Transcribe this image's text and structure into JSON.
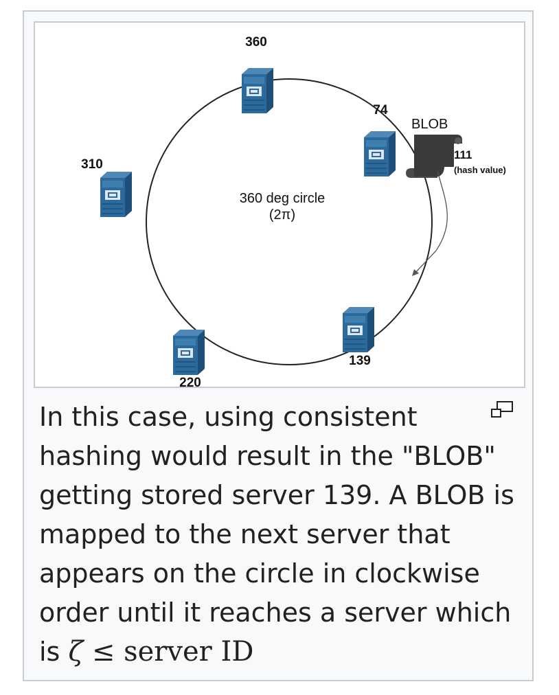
{
  "diagram": {
    "center_label": "360 deg circle",
    "center_sublabel": "(2π)",
    "servers": [
      {
        "id": "server-360",
        "label": "360"
      },
      {
        "id": "server-74",
        "label": "74"
      },
      {
        "id": "server-139",
        "label": "139"
      },
      {
        "id": "server-220",
        "label": "220"
      },
      {
        "id": "server-310",
        "label": "310"
      }
    ],
    "blob": {
      "label": "BLOB",
      "hash": "111",
      "hash_note": "(hash value)"
    }
  },
  "caption": {
    "text": "In this case, using consistent hashing would result in the \"BLOB\" getting stored server 139. A BLOB is mapped to the next server that appears on the circle in clockwise order until it reaches a server which is",
    "math_zeta": "ζ",
    "math_le": "≤",
    "math_rest": "server ID"
  },
  "icons": {
    "magnify": "magnify-clip-icon",
    "server": "server-icon",
    "scroll": "scroll-icon"
  },
  "colors": {
    "server_front": "#2c6a9c",
    "server_side": "#1d4f78",
    "scroll": "#3a3a3a",
    "border": "#c8ccd1",
    "background": "#f8f9fa"
  }
}
